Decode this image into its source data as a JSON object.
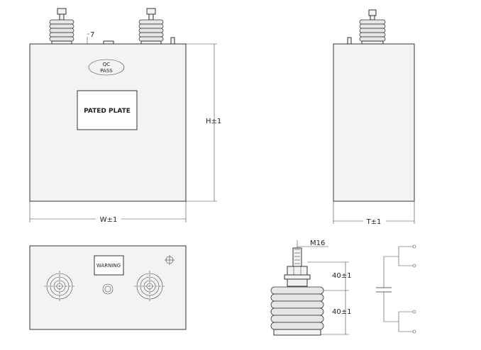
{
  "labels": {
    "qc_line1": "QC",
    "qc_line2": "PASS",
    "rated_plate": "PATED PLATE",
    "height_dim": "H±1",
    "width_dim": "W±1",
    "thickness_dim": "T±1",
    "small_dim": "7",
    "warning": "WARNING",
    "thread": "M16",
    "dim_upper": "40±1",
    "dim_lower": "40±1"
  },
  "colors": {
    "stroke": "#333333",
    "body_fill": "#f3f3f3",
    "bushing_fill": "#e6e6e6"
  },
  "icons": [
    "ground-symbol-icon",
    "capacitor-symbol-icon"
  ]
}
